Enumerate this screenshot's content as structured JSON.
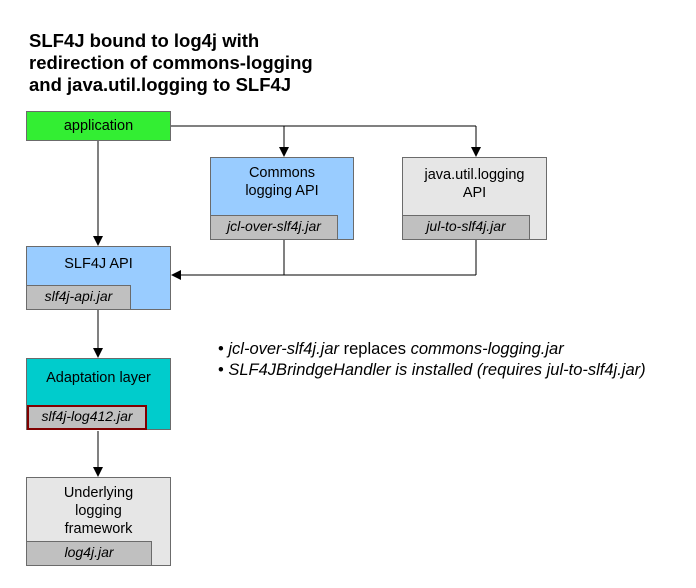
{
  "title": {
    "lines": [
      "SLF4J bound to log4j with",
      "redirection of commons-logging",
      "and java.util.logging to SLF4J"
    ]
  },
  "boxes": {
    "application": {
      "label": "application",
      "color": "#33ee33"
    },
    "commons": {
      "label_line1": "Commons",
      "label_line2": "logging API",
      "jar": "jcl-over-slf4j.jar",
      "color": "#99ccff"
    },
    "jul": {
      "label_line1": "java.util.logging",
      "label_line2": "API",
      "jar": "jul-to-slf4j.jar",
      "color": "#e6e6e6"
    },
    "slf4j": {
      "label": "SLF4J API",
      "jar": "slf4j-api.jar",
      "color": "#99ccff"
    },
    "adaptation": {
      "label": "Adaptation layer",
      "jar": "slf4j-log412.jar",
      "color": "#00cccc",
      "jar_border": "#800000"
    },
    "underlying": {
      "label_line1": "Underlying",
      "label_line2": "logging",
      "label_line3": "framework",
      "jar": "log4j.jar",
      "color": "#e6e6e6"
    }
  },
  "notes": {
    "bullet": "•",
    "line1_a": "jcl-over-slf4j.jar",
    "line1_b": " replaces ",
    "line1_c": "commons-logging.jar",
    "line2": "SLF4JBrindgeHandler is installed (requires jul-to-slf4j.jar)"
  }
}
